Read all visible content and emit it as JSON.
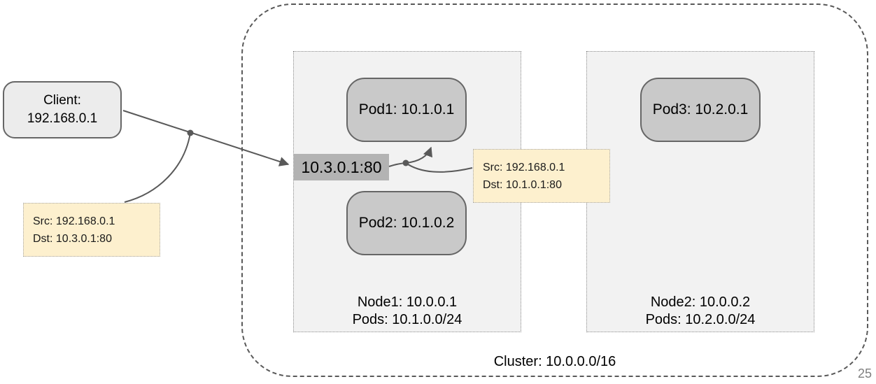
{
  "slide": {
    "page_number": "25"
  },
  "client": {
    "line1": "Client:",
    "line2": "192.168.0.1"
  },
  "service": {
    "label": "10.3.0.1:80"
  },
  "cluster": {
    "label": "Cluster: 10.0.0.0/16"
  },
  "nodes": [
    {
      "title": "Node1: 10.0.0.1",
      "pods_cidr": "Pods: 10.1.0.0/24"
    },
    {
      "title": "Node2: 10.0.0.2",
      "pods_cidr": "Pods: 10.2.0.0/24"
    }
  ],
  "pods": [
    {
      "label": "Pod1: 10.1.0.1"
    },
    {
      "label": "Pod2: 10.1.0.2"
    },
    {
      "label": "Pod3: 10.2.0.1"
    }
  ],
  "packet_notes": [
    {
      "src": "Src: 192.168.0.1",
      "dst": "Dst: 10.3.0.1:80"
    },
    {
      "src": "Src: 192.168.0.1",
      "dst": "Dst: 10.1.0.1:80"
    }
  ],
  "colors": {
    "pod_fill": "#c9c9c9",
    "client_fill": "#ececec",
    "service_fill": "#b3b3b3",
    "node_fill": "#f2f2f2",
    "note_fill": "#fdf0ce",
    "connector": "#595959"
  }
}
